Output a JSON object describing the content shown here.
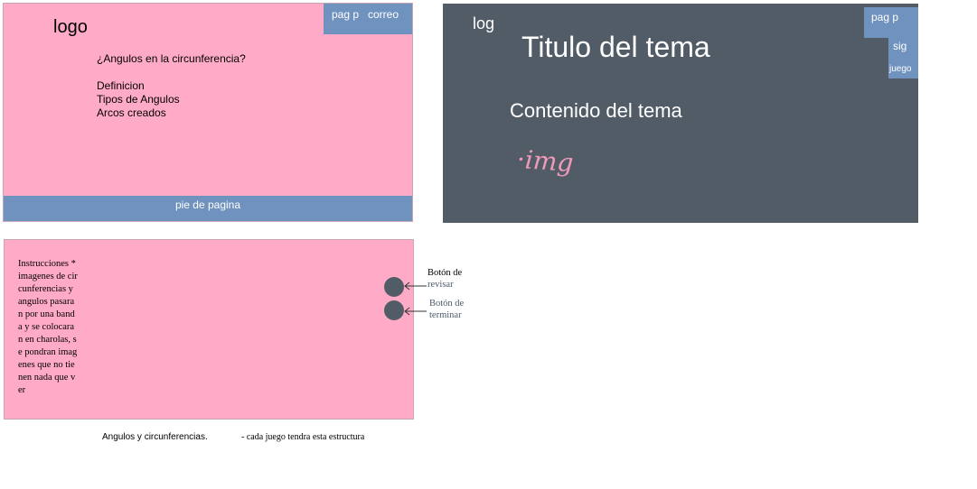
{
  "panel_main": {
    "logo": "logo",
    "nav": {
      "pag": "pag p",
      "correo": "correo"
    },
    "question": "¿Angulos en la circunferencia?",
    "menu": [
      "Definicion",
      "Tipos de Angulos",
      "Arcos creados"
    ],
    "footer": "pie de pagina"
  },
  "panel_topic": {
    "logo": "log",
    "title": "Titulo del tema",
    "content": "Contenido del tema",
    "img_label": "·img",
    "nav": {
      "pag": "pag p",
      "sig": "sig",
      "juego": "juego"
    }
  },
  "panel_game": {
    "instructions": "Instrucciones *imagenes de circunferencias y angulos pasaran por una banda y se colocaran en charolas, se pondran imagenes que no tienen nada que ver"
  },
  "annotations": {
    "revisar_line1": "Botón de",
    "revisar_line2": "revisar",
    "terminar_line1": "Botón de",
    "terminar_line2": "terminar"
  },
  "captions": {
    "left": "Angulos y circunferencias.",
    "right": "- cada juego tendra esta estructura"
  },
  "colors": {
    "pink": "#ffabc8",
    "blue": "#6f92be",
    "dark": "#525c67",
    "img_pink": "#f09ab8"
  }
}
